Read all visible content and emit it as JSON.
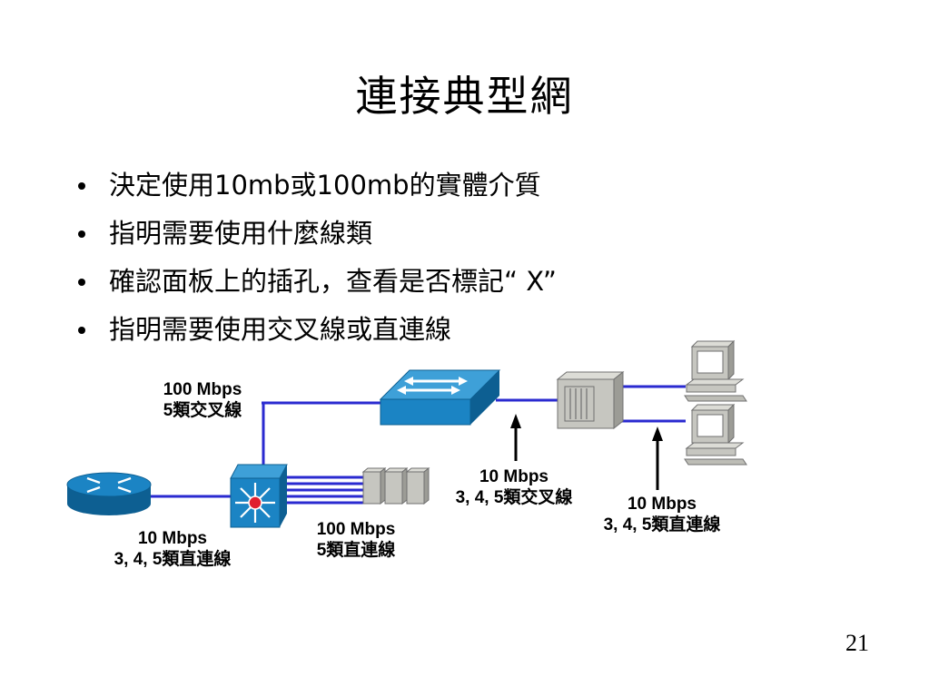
{
  "title": "連接典型網",
  "bullets": [
    "決定使用10mb或100mb的實體介質",
    "指明需要使用什麼線類",
    "確認面板上的插孔，查看是否標記“ X”",
    "指明需要使用交叉線或直連線"
  ],
  "labels": {
    "top_left": [
      "100 Mbps",
      "5類交叉線"
    ],
    "bottom_left": [
      "10 Mbps",
      "3, 4, 5類直連線"
    ],
    "bottom_mid": [
      "100 Mbps",
      "5類直連線"
    ],
    "center": [
      "10 Mbps",
      "3, 4, 5類交叉線"
    ],
    "right": [
      "10 Mbps",
      "3, 4, 5類直連線"
    ]
  },
  "page_number": "21",
  "colors": {
    "link": "#2a2ad0",
    "device_blue": "#1b84c4",
    "device_blue_dark": "#0d5f92",
    "device_gray": "#c6c6c0"
  }
}
